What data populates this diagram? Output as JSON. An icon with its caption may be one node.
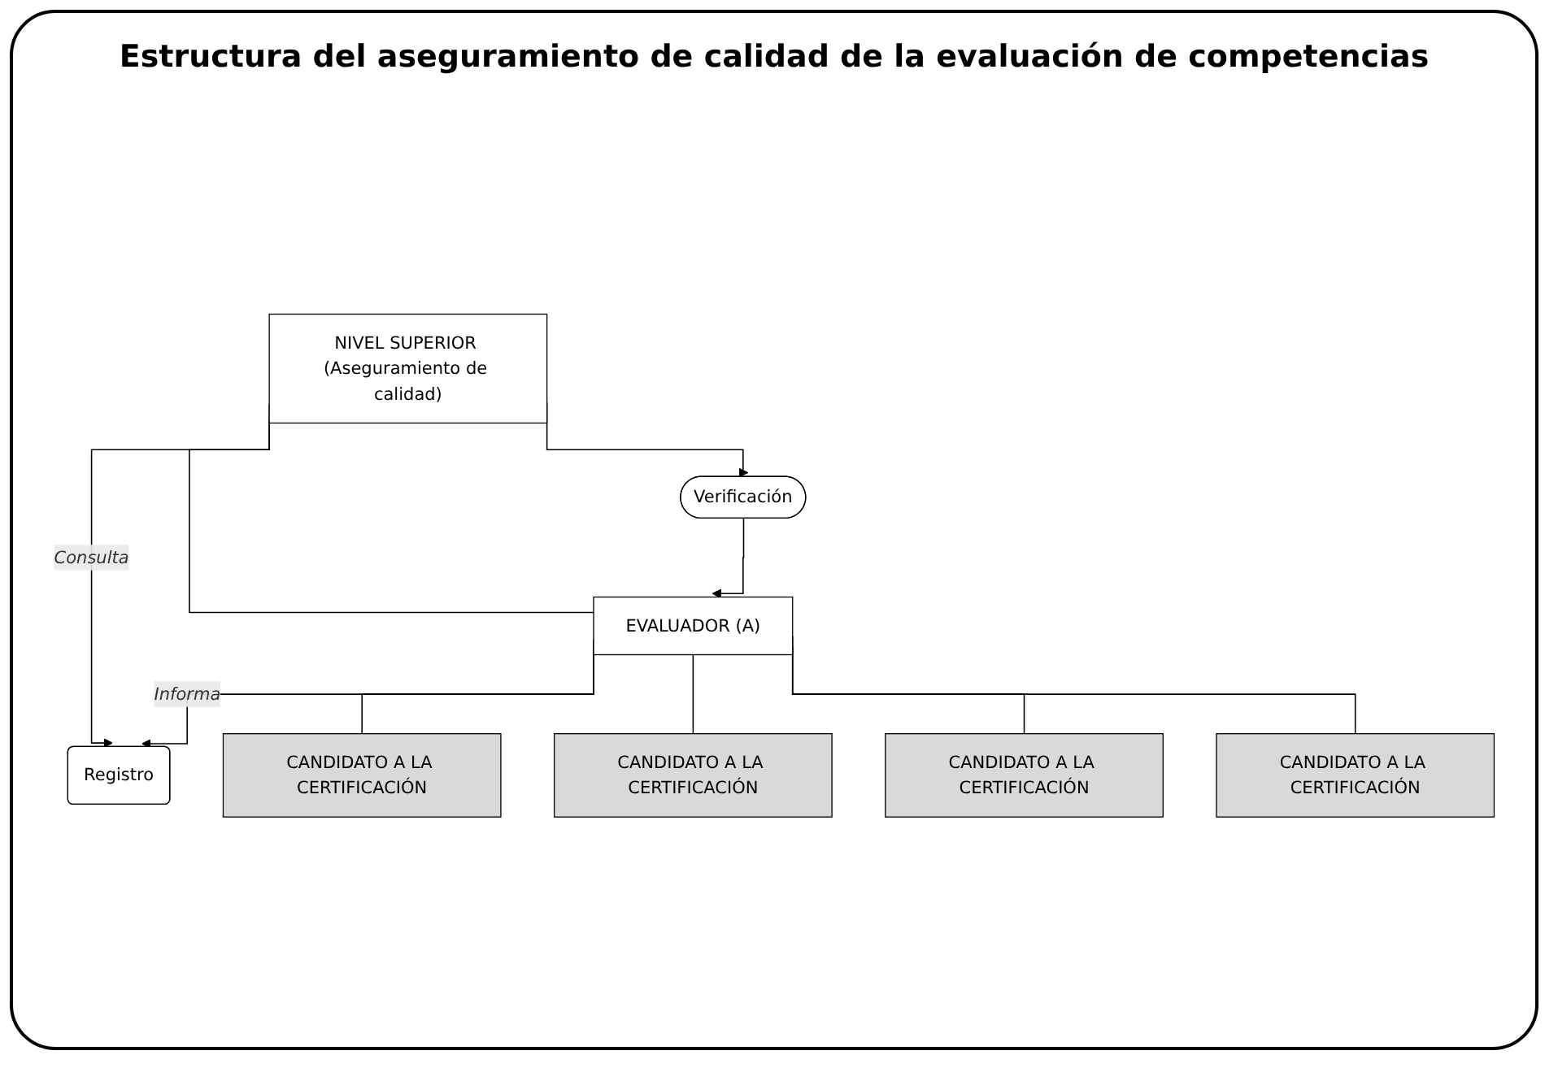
{
  "diagram": {
    "title": "Estructura del aseguramiento de calidad de la evaluación de competencias",
    "nodes": [
      {
        "text": [
          "Verificación"
        ]
      },
      {
        "text": [
          "NIVEL SUPERIOR (Aseguramiento de calidad)"
        ]
      },
      {
        "text": [
          "Registro"
        ]
      },
      {
        "text": [
          "EVALUADOR (A)"
        ]
      },
      {
        "text": [
          "CANDIDATO A LA CERTIFICACIÓN"
        ]
      },
      {
        "text": [
          "CANDIDATO A LA CERTIFICACIÓN"
        ]
      },
      {
        "text": [
          "CANDIDATO A LA CERTIFICACIÓN"
        ]
      },
      {
        "text": [
          "CANDIDATO A LA CERTIFICACIÓN"
        ]
      }
    ],
    "edges": [
      {
        "from": 1,
        "to": 0,
        "arrow": "to"
      },
      {
        "from": 1,
        "to": 2,
        "arrow": "to",
        "label": "Consulta"
      },
      {
        "from": 1,
        "to": 3,
        "arrow": "none"
      },
      {
        "from": 0,
        "to": 3,
        "arrow": "to"
      },
      {
        "from": 3,
        "to": 2,
        "arrow": "to",
        "label": "Informa"
      },
      {
        "from": 3,
        "to": 4,
        "arrow": "none"
      },
      {
        "from": 3,
        "to": 5,
        "arrow": "none"
      },
      {
        "from": 3,
        "to": 6,
        "arrow": "none"
      },
      {
        "from": 3,
        "to": 7,
        "arrow": "none"
      }
    ]
  }
}
